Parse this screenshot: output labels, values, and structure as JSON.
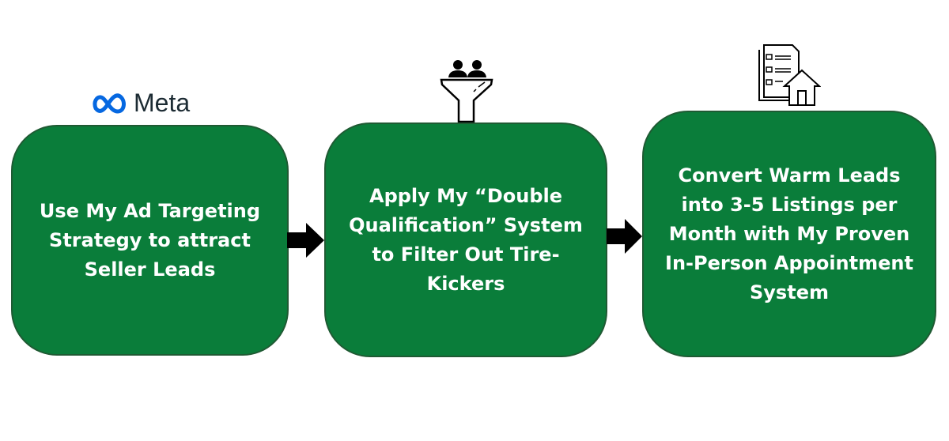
{
  "logo": {
    "text": "Meta",
    "color": "#0668E1"
  },
  "steps": [
    {
      "text": "Use My Ad Targeting Strategy to attract Seller Leads"
    },
    {
      "text": "Apply My “Double Qualification” System to Filter Out Tire-Kickers"
    },
    {
      "text": "Convert Warm Leads into 3-5 Listings per Month with My Proven In-Person Appointment System"
    }
  ],
  "icons": [
    "meta-logo-icon",
    "funnel-people-icon",
    "checklist-house-icon",
    "arrow-right-icon"
  ],
  "colors": {
    "box": "#0a7d3a",
    "text": "#ffffff",
    "arrow": "#000000"
  }
}
